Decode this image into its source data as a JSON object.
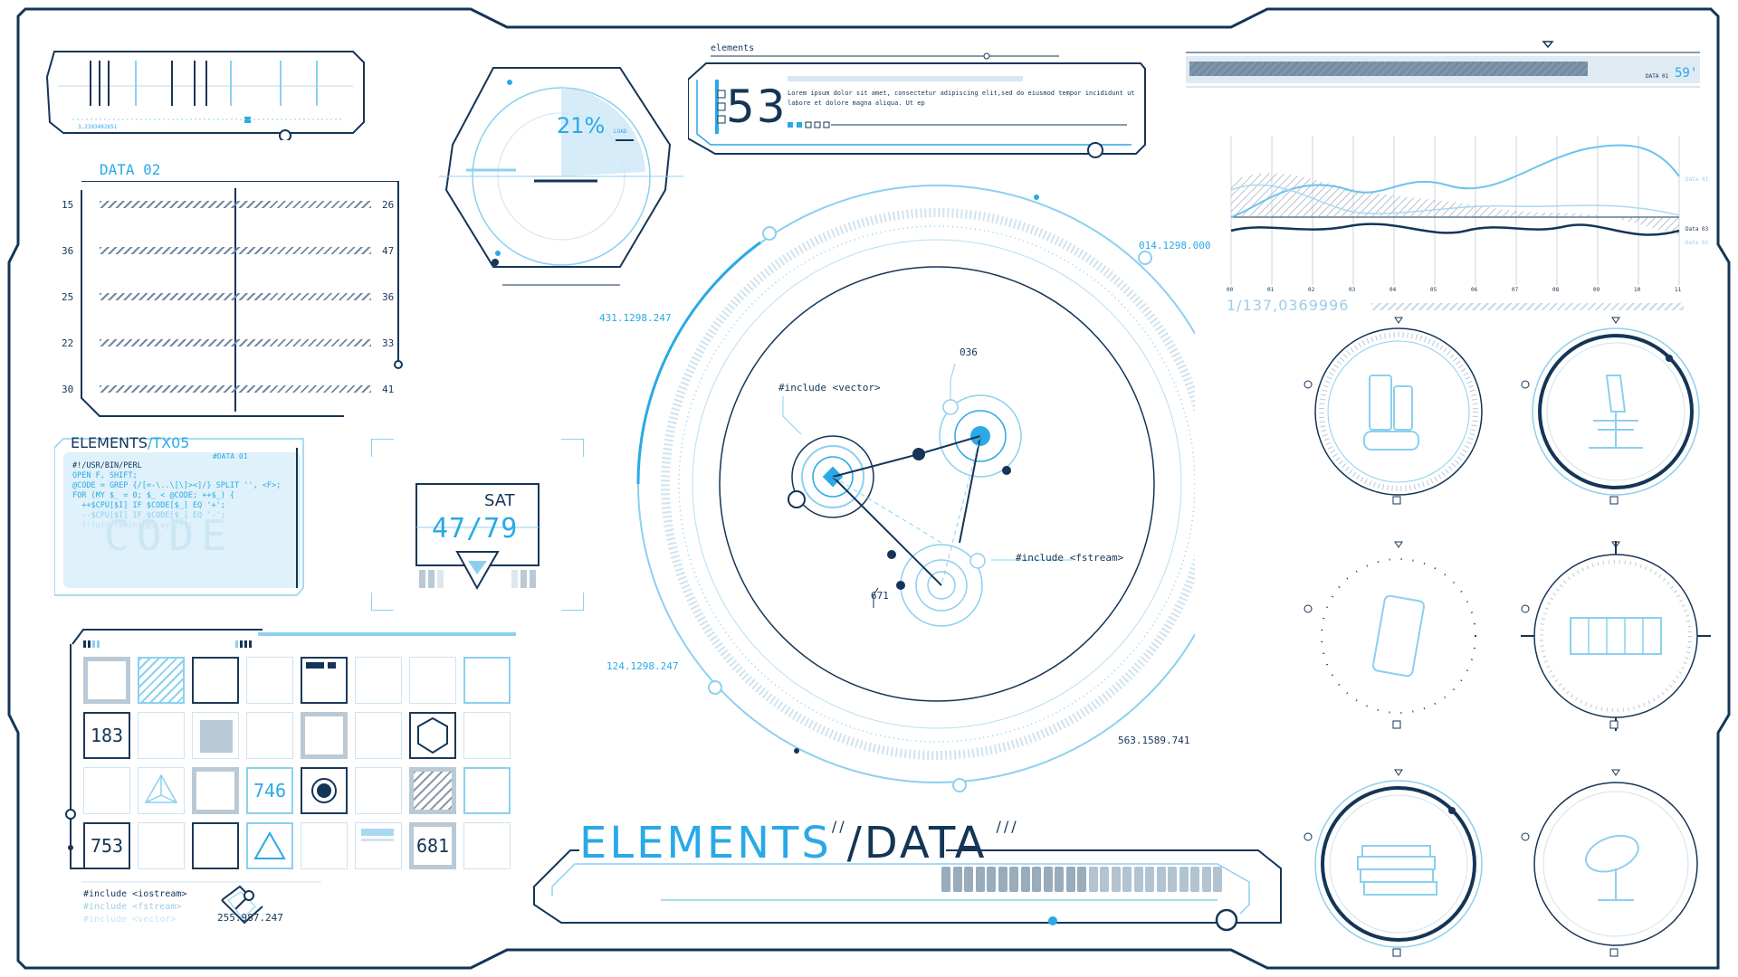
{
  "colors": {
    "navy": "#143557",
    "cyan": "#2aa9e6",
    "light_cyan": "#a9d8f2",
    "grey": "#b9c9d6"
  },
  "top_left_panel": {
    "code": "3.2393482651"
  },
  "data02": {
    "title": "DATA 02",
    "left_values": [
      "15",
      "36",
      "25",
      "22",
      "30"
    ],
    "right_values": [
      "26",
      "47",
      "36",
      "33",
      "41"
    ]
  },
  "gauge": {
    "percent": "21%",
    "unit": "LOAD"
  },
  "elements_counter": {
    "label": "elements",
    "number": "53",
    "lorem": "Lorem ipsum dolor sit amet, consectetur adipiscing elit,sed do eiusmod tempor incididunt ut labore et dolore magna aliqua. Ut ep"
  },
  "top_right_bar": {
    "label": "DATA 01",
    "value": "59'",
    "fill_fraction": 0.88
  },
  "line_chart": {
    "x_ticks": [
      "00",
      "01",
      "02",
      "03",
      "04",
      "05",
      "06",
      "07",
      "08",
      "09",
      "10",
      "11"
    ],
    "legend": [
      "Data 01",
      "Data 03",
      "Data 02"
    ],
    "readout": "1/137,0369996"
  },
  "code_panel": {
    "title": "ELEMENTS",
    "title_suffix": "/TX05",
    "tag": "#DATA 01",
    "lines": [
      "#!/USR/BIN/PERL",
      "OPEN F, SHIFT;",
      "@CODE = GREP {/[=-\\..\\[\\]><]/} SPLIT '', <F>;",
      "FOR (MY $_ = 0; $_ < @CODE; ++$_) {",
      "  ++$CPU[$I] IF $CODE[$_] EQ '+';",
      "  --$CPU[$I] IF $CODE[$_] EQ '-';",
      "  ?!(q)n (kw)n)_@) ey ?!?;"
    ],
    "watermark": "CODE"
  },
  "sat_box": {
    "day": "SAT",
    "value": "47/79"
  },
  "radar": {
    "coords": [
      "014.1298.000",
      "431.1298.247",
      "124.1298.247",
      "563.1589.741"
    ],
    "labels": {
      "vector": "#include <vector>",
      "fstream": "#include <fstream>",
      "n1": "036",
      "n2": "671"
    }
  },
  "grid_panel": {
    "cells": [
      "183",
      "746",
      "753",
      "681"
    ],
    "includes": [
      "#include <iostream>",
      "#include <fstream>",
      "#include <vector>"
    ],
    "coord": "255.987.247",
    "progress_fraction": 1.0
  },
  "footer_title": {
    "part1": "ELEMENTS",
    "part2": "/DATA"
  },
  "footer_segments": 25,
  "icons": [
    "batteries-icon",
    "microscope-icon",
    "smartphone-icon",
    "server-rack-icon",
    "books-icon",
    "satellite-dish-icon"
  ]
}
